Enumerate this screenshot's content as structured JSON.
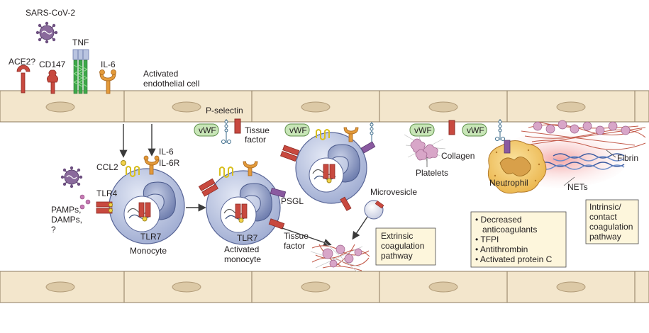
{
  "labels": {
    "sars": "SARS-CoV-2",
    "ace2": "ACE2?",
    "cd147": "CD147",
    "tnf": "TNF",
    "il6_top": "IL-6",
    "endo_1": "Activated",
    "endo_2": "endothelial cell",
    "pselectin": "P-selectin",
    "vwf": "vWF",
    "tf_1": "Tissue",
    "tf_2": "factor",
    "ccl2": "CCL2",
    "il6": "IL-6",
    "il6r": "IL-6R",
    "tlr4": "TLR4",
    "pamps_1": "PAMPs,",
    "pamps_2": "DAMPs,",
    "pamps_3": "?",
    "tlr7": "TLR7",
    "monocyte": "Monocyte",
    "act_mono_1": "Activated",
    "act_mono_2": "monocyte",
    "psgl": "PSGL",
    "microvesicle": "Microvesicle",
    "collagen": "Collagen",
    "platelets": "Platelets",
    "neutrophil": "Neutrophil",
    "nets": "NETs",
    "fibrin": "Fibrin"
  },
  "extrinsic_box": [
    "Extrinsic",
    "coagulation",
    "pathway"
  ],
  "intrinsic_box": [
    "Intrinsic/",
    "contact",
    "coagulation",
    "pathway"
  ],
  "anticoag_box": [
    "• Decreased",
    "   anticoagulants",
    "• TFPI",
    "• Antithrombin",
    "• Activated protein C"
  ],
  "colors": {
    "endothelium": "#f3e6cc",
    "nucleus": "#dcc9a6",
    "cell": "#b9c4e0",
    "virus": "#8a6a9c",
    "receptor_red": "#c8493f",
    "receptor_orange": "#e39a3a",
    "tnf_green": "#3ea84a",
    "vwf_green": "#c8e6b7",
    "ccl2_yellow": "#e8d23a",
    "platelet_pink": "#d8a6c8",
    "neutrophil": "#f2c968",
    "box_fill": "#fdf6dc"
  }
}
